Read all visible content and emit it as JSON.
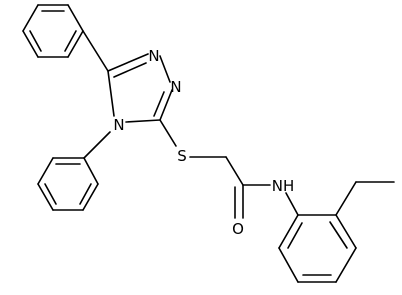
{
  "molecule": {
    "atom_labels": {
      "n1": "N",
      "n2": "N",
      "n4": "N",
      "s": "S",
      "o": "O",
      "nh": "NH"
    },
    "colors": {
      "bond": "#000000",
      "label": "#000000",
      "background": "#ffffff"
    }
  }
}
